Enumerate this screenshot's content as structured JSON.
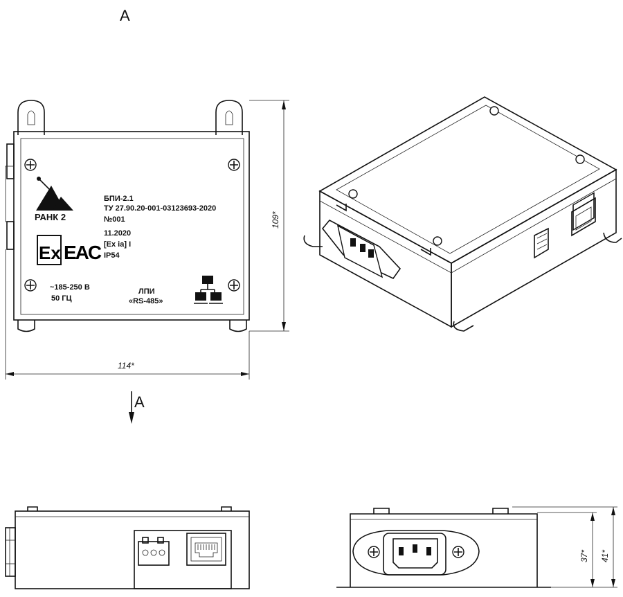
{
  "view_marks": {
    "top": "A",
    "bottom": "A"
  },
  "label": {
    "model": "БПИ-2.1",
    "spec": "ТУ 27.90.20-001-03123693-2020",
    "serial": "№001",
    "date": "11.2020",
    "ex_marking": "[Ex ia] I",
    "ip": "IP54",
    "voltage": "~185-250 В",
    "frequency": "50 ГЦ",
    "lpi_title": "ЛПИ",
    "lpi_iface": "«RS-485»"
  },
  "logo": {
    "brand": "РАНК 2",
    "ex_mark": "Ex",
    "eac_mark": "EAC"
  },
  "dimensions": {
    "height": "109*",
    "width": "114*",
    "depth_a": "37*",
    "depth_b": "41*"
  }
}
